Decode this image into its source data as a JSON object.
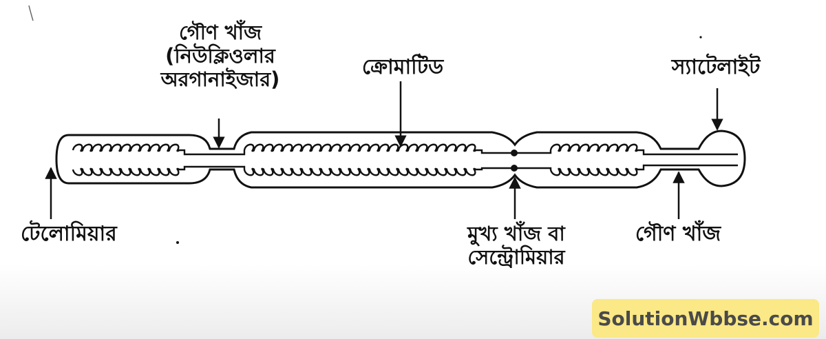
{
  "labels": {
    "secondary_constriction_top": {
      "line1": "গৌণ খাঁজ",
      "line2": "(নিউক্লিওলার",
      "line3": "অরগানাইজার)"
    },
    "chromatid": "ক্রোমাটিড",
    "satellite": "স্যাটেলাইট",
    "telomere": "টেলোমিয়ার",
    "primary_constriction": {
      "line1": "মুখ্য খাঁজ বা",
      "line2": "সেন্ট্রোমিয়ার"
    },
    "secondary_constriction_bottom": "গৌণ খাঁজ"
  },
  "watermark": "SolutionWbbse.com",
  "colors": {
    "ink": "#111111",
    "watermark_bg": "#fbe886",
    "watermark_text": "#4a4a4a"
  }
}
